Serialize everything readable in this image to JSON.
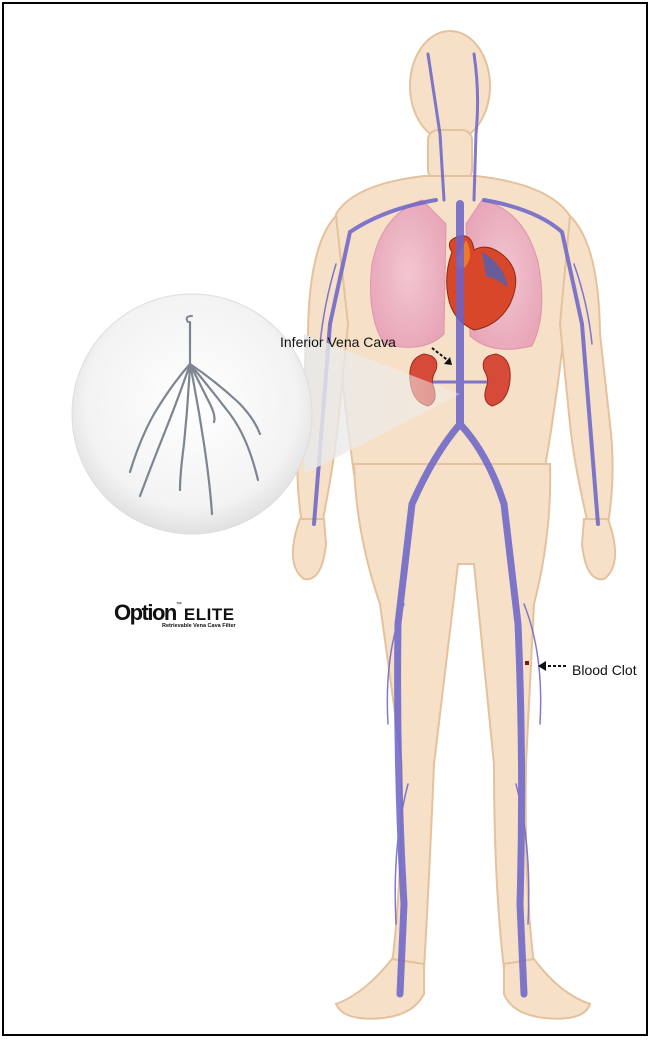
{
  "labels": {
    "ivc": "Inferior Vena Cava",
    "clot": "Blood Clot"
  },
  "brand": {
    "name": "Option",
    "trademark": "™",
    "suffix": "ELITE",
    "tagline": "Retrievable Vena Cava Filter"
  },
  "colors": {
    "skin": "#f5dcc0",
    "skin_edge": "#e3bf98",
    "vein": "#6b63c9",
    "lung": "#e9a8c0",
    "heart": "#d9472a",
    "kidney": "#d64a3a",
    "clot": "#8a0f0f"
  },
  "icons": {
    "filter": "vena-cava-filter-icon",
    "arrow": "dashed-arrow-icon"
  }
}
